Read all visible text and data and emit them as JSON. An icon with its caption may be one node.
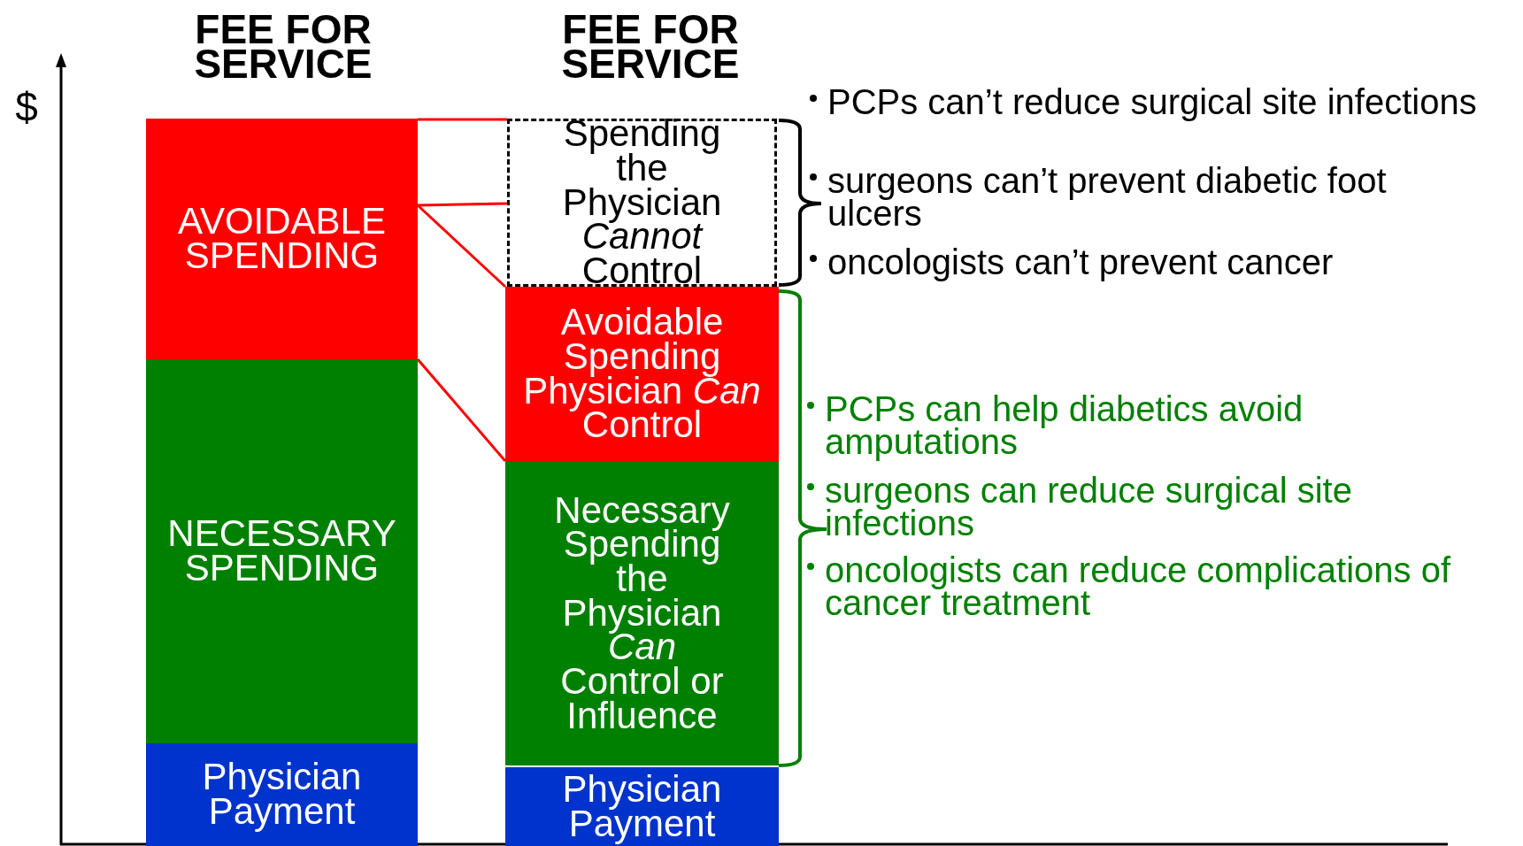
{
  "diagram": {
    "nodes": [
      {
        "text": [
          "AVOIDABLE SPENDING"
        ]
      },
      {
        "text": [
          "NECESSARY SPENDING"
        ]
      },
      {
        "text": [
          "Physician Payment"
        ]
      },
      {
        "text": [
          "Spending the Physician *Cannot* Control"
        ]
      },
      {
        "text": [
          "Avoidable Spending Physician *Can* Control"
        ]
      },
      {
        "text": [
          "Necessary Spending the Physician *Can* Control or Influence"
        ]
      },
      {
        "text": [
          "Physician Payment"
        ]
      }
    ],
    "edges": [
      {
        "from": 0,
        "to": 3,
        "arrow": "none",
        "color": "#ff0000"
      },
      {
        "from": 0,
        "to": 3,
        "arrow": "none",
        "color": "#ff0000"
      },
      {
        "from": 0,
        "to": 4,
        "arrow": "none",
        "color": "#ff0000"
      },
      {
        "from": 0,
        "to": 4,
        "arrow": "none",
        "color": "#ff0000"
      }
    ],
    "labels": [
      "FEE FOR SERVICE",
      "FEE FOR SERVICE",
      "$",
      "PCPs can’t reduce surgical site infections",
      "surgeons can’t prevent diabetic foot ulcers",
      "oncologists can’t prevent cancer",
      "PCPs can help diabetics avoid amputations",
      "surgeons can reduce surgical site infections",
      "oncologists can reduce complications of cancer treatment"
    ]
  }
}
